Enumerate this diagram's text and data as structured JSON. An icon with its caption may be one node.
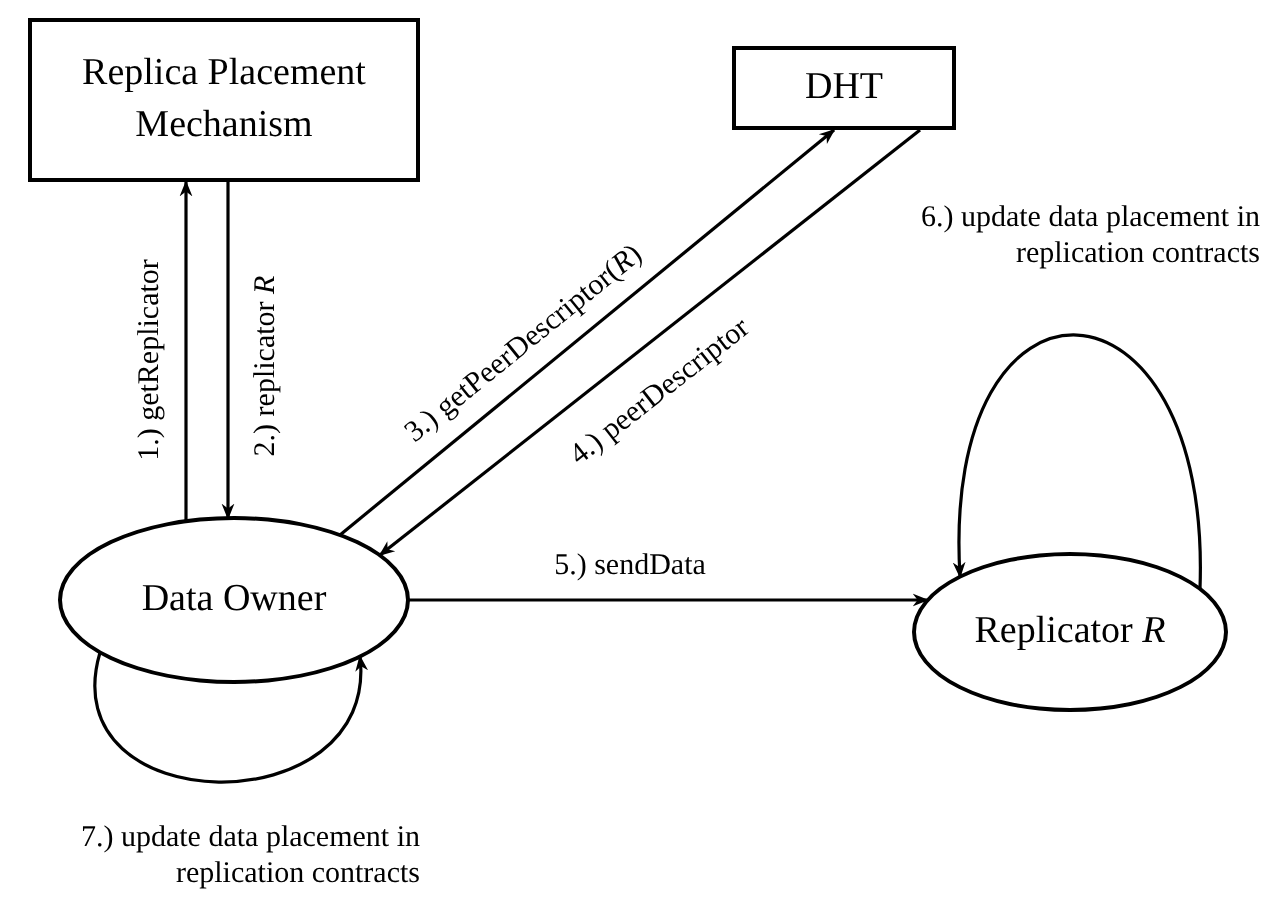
{
  "diagram": {
    "nodes": [
      {
        "text": [
          "Replica Placement Mechanism"
        ]
      },
      {
        "text": [
          "DHT"
        ]
      },
      {
        "text": [
          "Data Owner"
        ]
      },
      {
        "text": [
          "Replicator *R*"
        ]
      }
    ],
    "edges": [
      {
        "from": 2,
        "to": 0,
        "arrow": "to",
        "label": "1.) getReplicator"
      },
      {
        "from": 0,
        "to": 2,
        "arrow": "to",
        "label": "2.) replicator *R*"
      },
      {
        "from": 2,
        "to": 1,
        "arrow": "to",
        "label": "3.) getPeerDescriptor(*R*)"
      },
      {
        "from": 1,
        "to": 2,
        "arrow": "to",
        "label": "4.) peerDescriptor"
      },
      {
        "from": 2,
        "to": 3,
        "arrow": "to",
        "label": "5.) sendData"
      },
      {
        "from": 3,
        "to": 3,
        "arrow": "to",
        "label": "6.) update data placement in replication contracts"
      },
      {
        "from": 2,
        "to": 2,
        "arrow": "to",
        "label": "7.) update data placement in replication contracts"
      }
    ]
  }
}
